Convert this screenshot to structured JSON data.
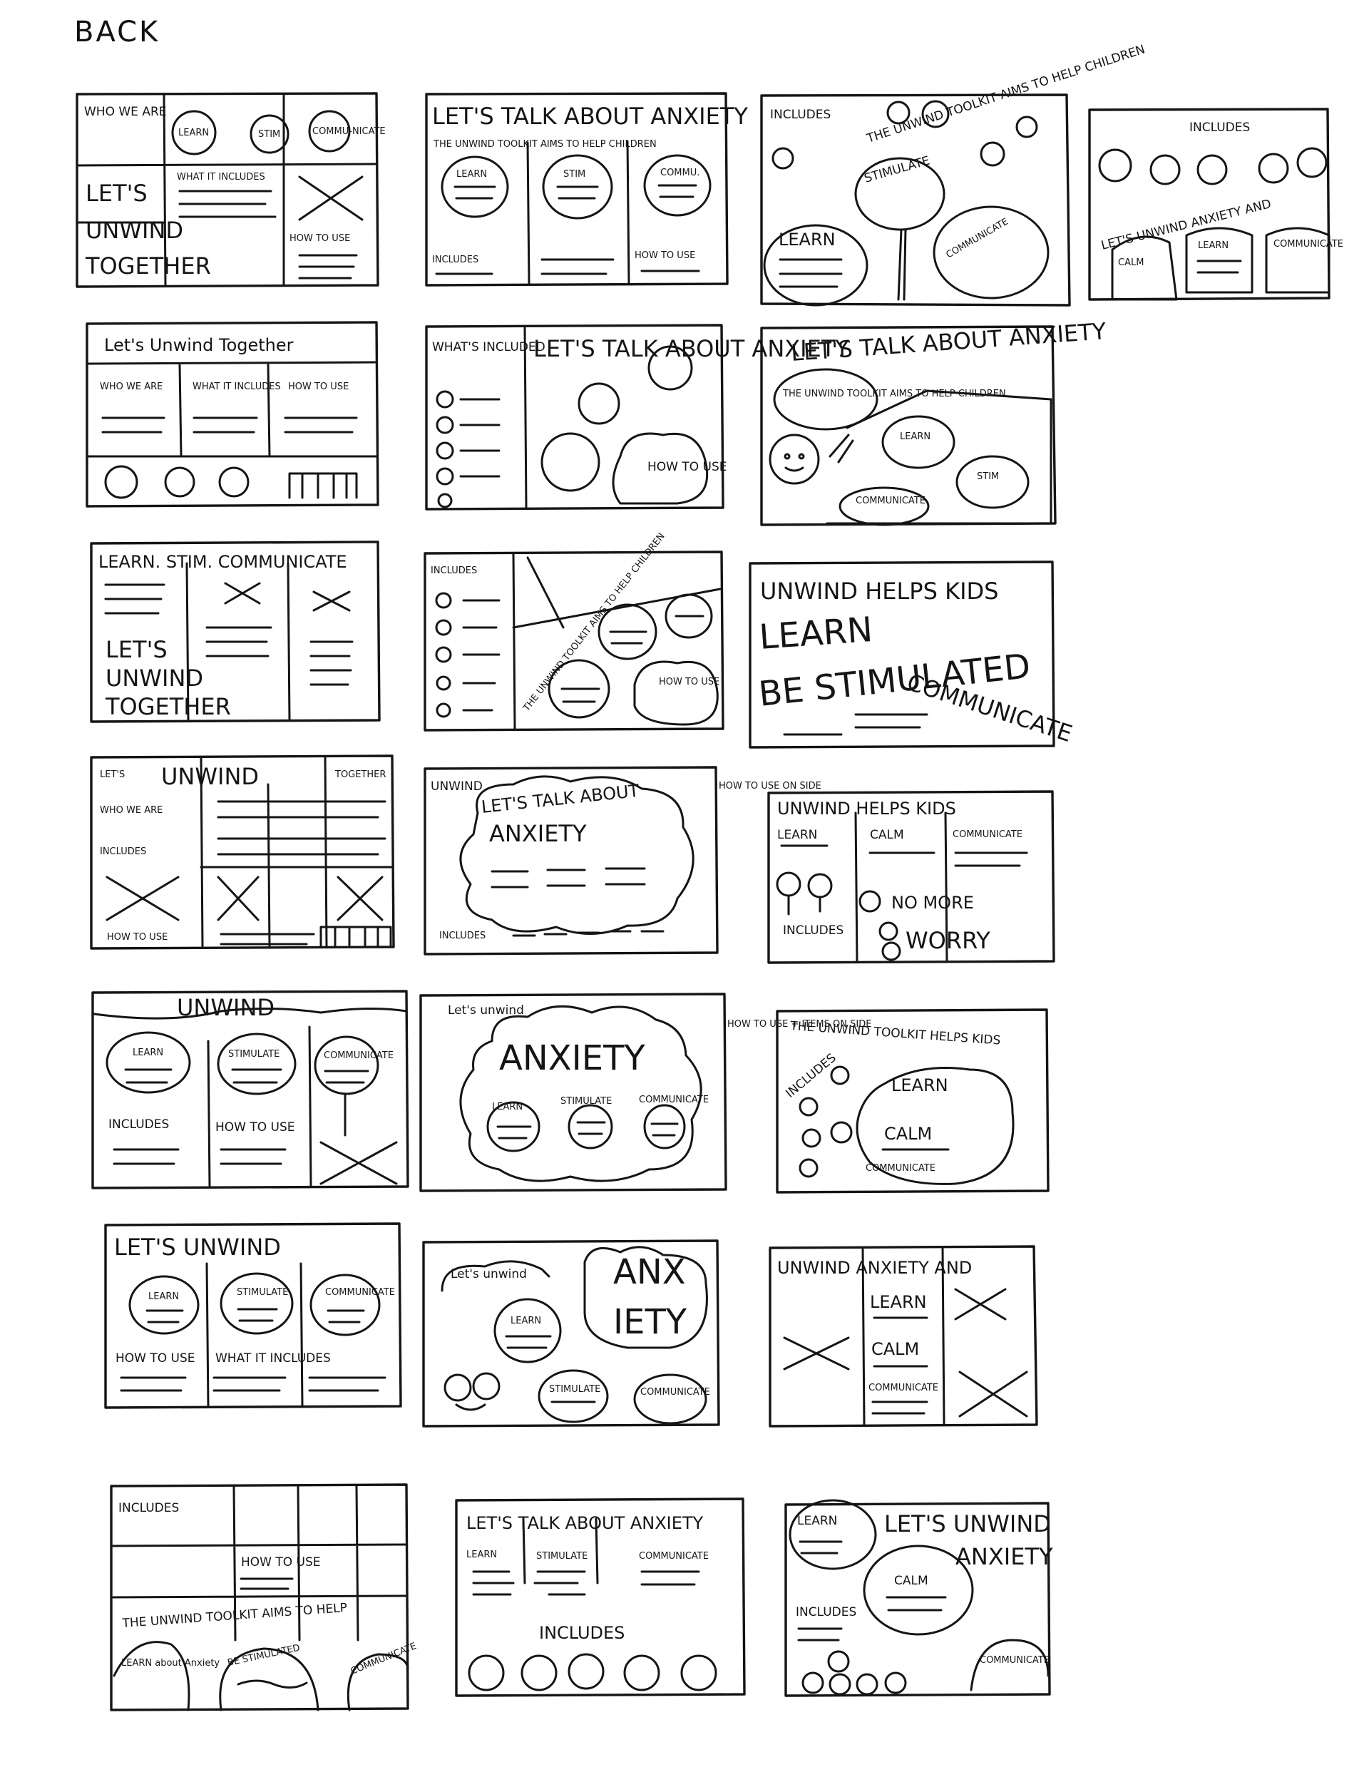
{
  "page": {
    "heading": "BACK"
  },
  "sketches": [
    {
      "texts": [
        "WHO WE ARE",
        "LEARN",
        "STIM",
        "COMMU-NICATE",
        "WHAT IT INCLUDES",
        "LET'S",
        "UNWIND",
        "TOGETHER",
        "HOW TO USE"
      ]
    },
    {
      "texts": [
        "LET'S TALK ABOUT ANXIETY",
        "THE UNWIND TOOLKIT AIMS TO HELP CHILDREN",
        "LEARN",
        "STIM",
        "COMMU.",
        "INCLUDES",
        "HOW TO USE"
      ]
    },
    {
      "texts": [
        "INCLUDES",
        "THE UNWIND TOOLKIT AIMS TO HELP CHILDREN",
        "STIMULATE",
        "LEARN",
        "COMMUNICATE"
      ]
    },
    {
      "texts": [
        "INCLUDES",
        "LET'S UNWIND ANXIETY AND",
        "CALM",
        "LEARN",
        "COMMUNICATE"
      ]
    },
    {
      "texts": [
        "Let's Unwind Together",
        "WHO WE ARE",
        "WHAT IT INCLUDES",
        "HOW TO USE"
      ]
    },
    {
      "texts": [
        "WHAT'S INCLUDED",
        "LET'S TALK ABOUT ANXIETY",
        "HOW TO USE"
      ]
    },
    {
      "texts": [
        "LET'S TALK ABOUT ANXIETY",
        "THE UNWIND TOOLKIT AIMS TO HELP CHILDREN",
        "LEARN",
        "STIM",
        "COMMUNICATE"
      ]
    },
    {
      "texts": [
        "LEARN. STIM. COMMUNICATE",
        "LET'S",
        "UNWIND",
        "TOGETHER"
      ]
    },
    {
      "texts": [
        "INCLUDES",
        "THE UNWIND TOOLKIT AIMS TO HELP CHILDREN",
        "HOW TO USE"
      ]
    },
    {
      "texts": [
        "UNWIND HELPS KIDS",
        "LEARN",
        "BE STIMULATED",
        "COMMUNICATE"
      ]
    },
    {
      "texts": [
        "LET'S",
        "UNWIND",
        "TOGETHER",
        "WHO WE ARE",
        "INCLUDES",
        "HOW TO USE"
      ]
    },
    {
      "texts": [
        "UNWIND",
        "LET'S TALK ABOUT",
        "ANXIETY",
        "INCLUDES"
      ]
    },
    {
      "texts": [
        "HOW TO USE ON SIDE"
      ]
    },
    {
      "texts": [
        "UNWIND HELPS KIDS",
        "LEARN",
        "CALM",
        "COMMUNICATE",
        "NO MORE",
        "WORRY",
        "INCLUDES"
      ]
    },
    {
      "texts": [
        "UNWIND",
        "LEARN",
        "STIMULATE",
        "COMMUNICATE",
        "INCLUDES",
        "HOW TO USE"
      ]
    },
    {
      "texts": [
        "Let's unwind",
        "ANXIETY",
        "LEARN",
        "STIMULATE",
        "COMMUNICATE"
      ]
    },
    {
      "texts": [
        "HOW TO USE + ITEMS ON SIDE"
      ]
    },
    {
      "texts": [
        "THE UNWIND TOOLKIT HELPS KIDS",
        "INCLUDES",
        "LEARN",
        "CALM",
        "COMMUNICATE"
      ]
    },
    {
      "texts": [
        "LET'S UNWIND",
        "LEARN",
        "STIMULATE",
        "COMMUNICATE",
        "HOW TO USE",
        "WHAT IT INCLUDES"
      ]
    },
    {
      "texts": [
        "Let's unwind",
        "ANX",
        "IETY",
        "LEARN",
        "STIMULATE",
        "COMMUNICATE"
      ]
    },
    {
      "texts": [
        "UNWIND ANXIETY AND",
        "LEARN",
        "CALM",
        "COMMUNICATE"
      ]
    },
    {
      "texts": [
        "INCLUDES",
        "HOW TO USE",
        "THE UNWIND TOOLKIT AIMS TO HELP",
        "LEARN about Anxiety",
        "BE STIMULATED",
        "COMMUNICATE"
      ]
    },
    {
      "texts": [
        "LET'S TALK ABOUT ANXIETY",
        "LEARN",
        "STIMULATE",
        "COMMUNICATE",
        "INCLUDES"
      ]
    },
    {
      "texts": [
        "LEARN",
        "LET'S UNWIND",
        "ANXIETY",
        "CALM",
        "INCLUDES",
        "COMMUNICATE"
      ]
    }
  ]
}
